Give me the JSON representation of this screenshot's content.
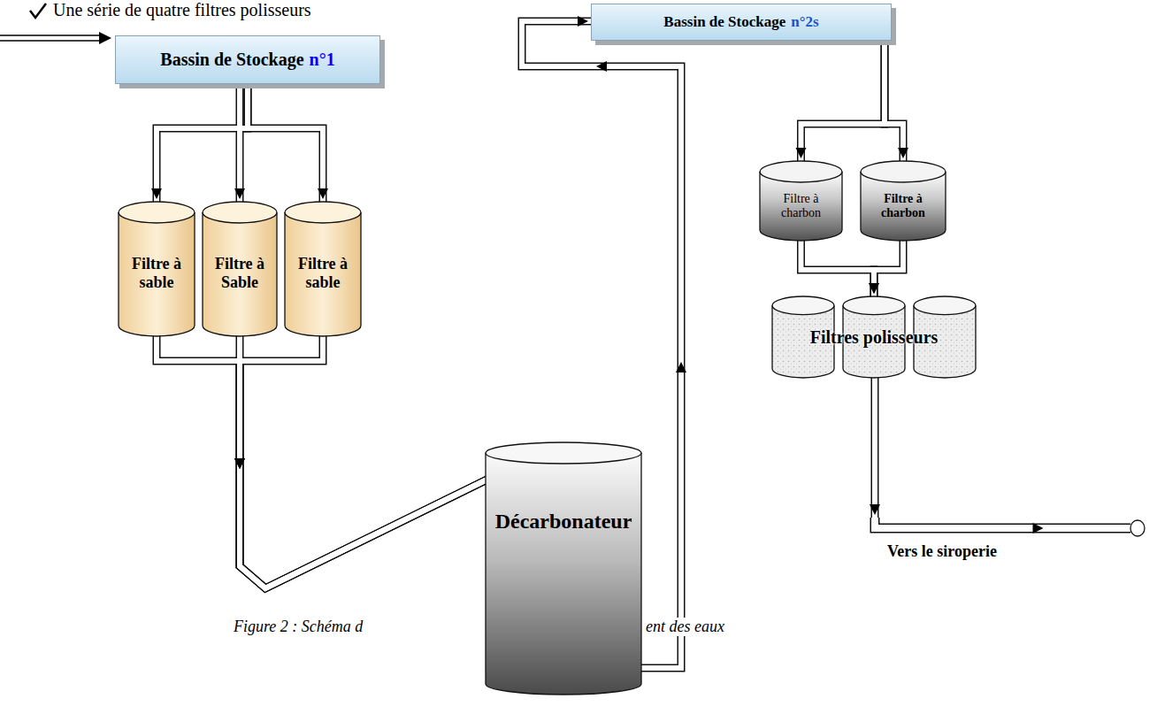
{
  "diagram": {
    "nodes": [
      {
        "text": [
          "Bassin de Stockage",
          "n°1"
        ]
      },
      {
        "text": [
          "Filtre à sable"
        ]
      },
      {
        "text": [
          "Filtre à Sable"
        ]
      },
      {
        "text": [
          "Filtre à sable"
        ]
      },
      {
        "text": [
          "Décarbonateur"
        ]
      },
      {
        "text": [
          "Bassin de Stockage",
          "n°2s"
        ]
      },
      {
        "text": [
          "Filtre à charbon"
        ]
      },
      {
        "text": [
          "Filtre à charbon"
        ]
      },
      {
        "text": [
          "Filtres polisseurs"
        ]
      },
      {
        "text": [
          "Vers le siroperie"
        ]
      }
    ],
    "edges": [
      {
        "from": 0,
        "to": 1,
        "arrow": "to"
      },
      {
        "from": 0,
        "to": 2,
        "arrow": "to"
      },
      {
        "from": 0,
        "to": 3,
        "arrow": "to"
      },
      {
        "from": 1,
        "to": 4,
        "arrow": "to"
      },
      {
        "from": 2,
        "to": 4,
        "arrow": "to"
      },
      {
        "from": 3,
        "to": 4,
        "arrow": "to"
      },
      {
        "from": 4,
        "to": 5,
        "arrow": "to"
      },
      {
        "from": 5,
        "to": 6,
        "arrow": "to"
      },
      {
        "from": 5,
        "to": 7,
        "arrow": "to"
      },
      {
        "from": 6,
        "to": 8,
        "arrow": "to"
      },
      {
        "from": 7,
        "to": 8,
        "arrow": "to"
      },
      {
        "from": 8,
        "to": 9,
        "arrow": "to"
      }
    ],
    "labels": [
      "Une série de quatre filtres polisseurs",
      "Figure 2 : Schéma d",
      "ent des eaux"
    ]
  }
}
